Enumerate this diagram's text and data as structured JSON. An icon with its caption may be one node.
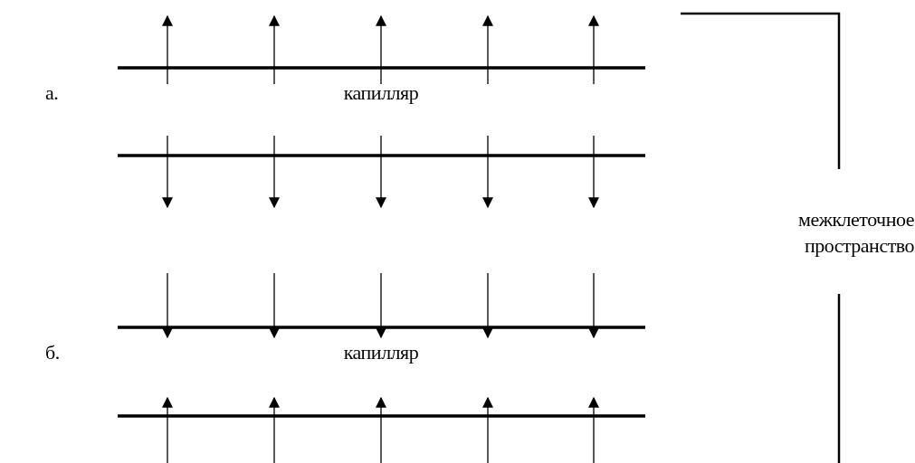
{
  "diagram": {
    "labels": [
      "а.",
      "капилляр",
      "межклеточное пространство",
      "б.",
      "капилляр"
    ]
  }
}
